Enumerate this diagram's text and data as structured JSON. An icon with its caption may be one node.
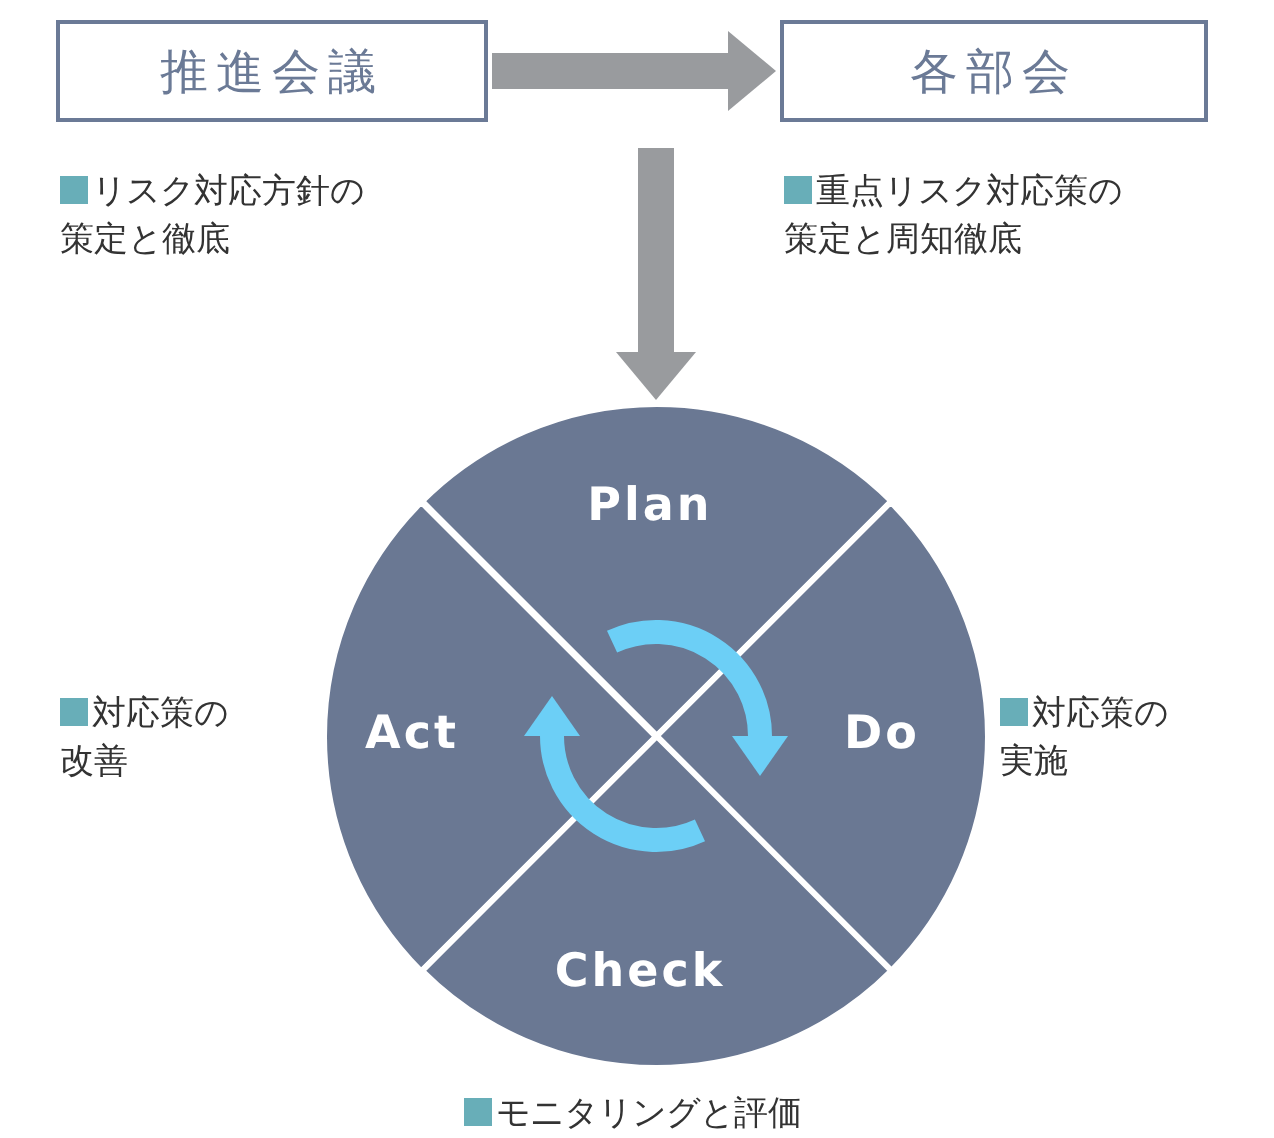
{
  "diagram": {
    "nodes": [
      {
        "text": [
          "推進会議"
        ],
        "beside": [
          "リスク対応方針の策定と徹底"
        ]
      },
      {
        "text": [
          "各部会"
        ],
        "beside": [
          "重点リスク対応策の策定と周知徹底"
        ]
      },
      {
        "text": [
          "Plan"
        ]
      },
      {
        "text": [
          "Act"
        ],
        "beside": [
          "対応策の改善"
        ]
      },
      {
        "text": [
          "Do"
        ],
        "beside": [
          "対応策の実施"
        ]
      },
      {
        "text": [
          "Check"
        ],
        "beside": [
          "モニタリングと評価"
        ]
      }
    ],
    "edges": [
      {
        "from": 0,
        "to": 1,
        "arrow": "to"
      },
      {
        "from": null,
        "to": 2,
        "arrow": "to"
      }
    ]
  }
}
